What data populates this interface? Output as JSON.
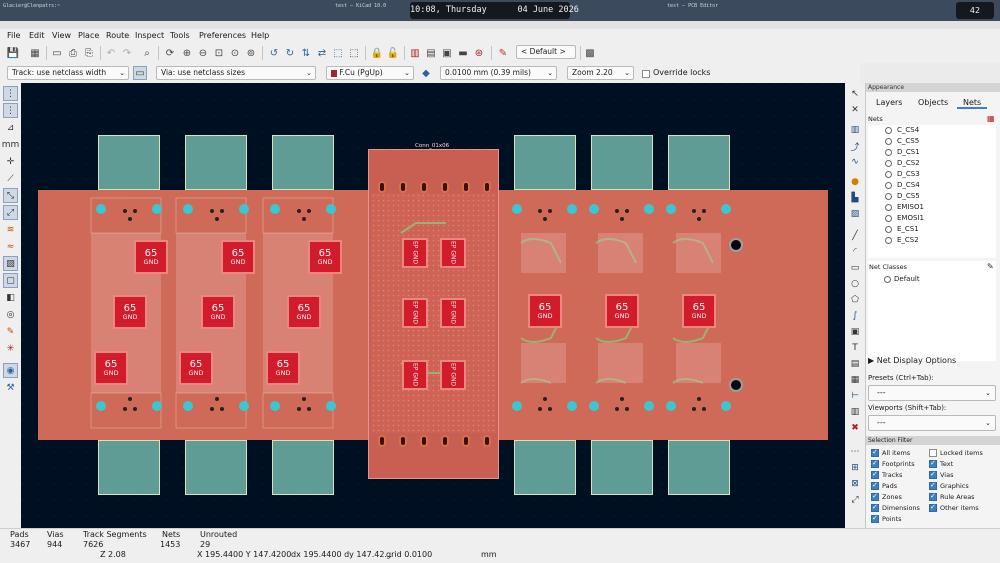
{
  "desktop": {
    "user": "Glacier@Clenpatrs:~",
    "kicad_title": "test — KiCad 10.0",
    "clock": "10:08, Thursday      04 June 2026",
    "badge": "42"
  },
  "window": {
    "title": "test — PCB Editor"
  },
  "menus": [
    "File",
    "Edit",
    "View",
    "Place",
    "Route",
    "Inspect",
    "Tools",
    "Preferences",
    "Help"
  ],
  "toolbar": {
    "preset": "< Default >"
  },
  "options": {
    "track": "Track: use netclass width",
    "via": "Via: use netclass sizes",
    "layer": "F.Cu (PgUp)",
    "grid": "0.0100 mm (0.39 mils)",
    "zoom": "Zoom 2.20",
    "override": "Override locks",
    "layer_color": "#a4232c"
  },
  "panel": {
    "title": "Appearance",
    "tabs": [
      "Layers",
      "Objects",
      "Nets"
    ],
    "active_tab": "Nets",
    "nets_header": "Nets",
    "nets": [
      "C_CS4",
      "C_CS5",
      "D_CS1",
      "D_CS2",
      "D_CS3",
      "D_CS4",
      "D_CS5",
      "EMISO1",
      "EMOSI1",
      "E_CS1",
      "E_CS2"
    ],
    "net_classes_header": "Net Classes",
    "net_class_default": "Default",
    "net_display_options": "Net Display Options",
    "presets_label": "Presets (Ctrl+Tab):",
    "presets_value": "---",
    "viewports_label": "Viewports (Shift+Tab):",
    "viewports_value": "---",
    "selection_filter": "Selection Filter",
    "filters": [
      [
        "All items",
        "Locked items"
      ],
      [
        "Footprints",
        "Text"
      ],
      [
        "Tracks",
        "Vias"
      ],
      [
        "Pads",
        "Graphics"
      ],
      [
        "Zones",
        "Rule Areas"
      ],
      [
        "Dimensions",
        "Other items"
      ],
      [
        "Points",
        ""
      ]
    ]
  },
  "pcb": {
    "connector_ref": "Conn_01x06",
    "chip_a": "65",
    "chip_b": "GND",
    "chip2": "EP GND"
  },
  "status": {
    "pads_label": "Pads",
    "pads": "3467",
    "vias_label": "Vias",
    "vias": "944",
    "tracks_label": "Track Segments",
    "tracks": "7626",
    "nets_label": "Nets",
    "nets": "1453",
    "unrouted_label": "Unrouted",
    "unrouted": "29",
    "zoom": "Z 2.08",
    "xy": "X 195.4400  Y 147.4200",
    "dxy": "dx 195.4400  dy 147.42...",
    "grid": "grid 0.0100",
    "units": "mm"
  }
}
